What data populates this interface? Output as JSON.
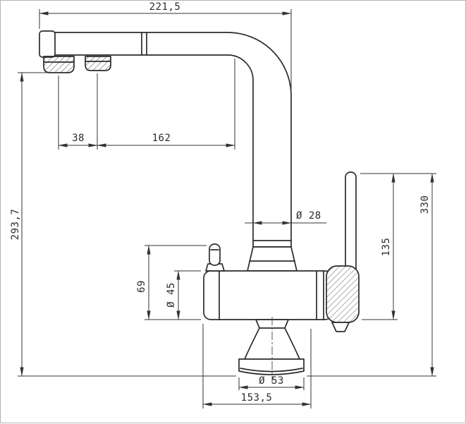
{
  "drawing": {
    "background": "#ffffff",
    "object_line_color": "#2b2b2b",
    "dimension_line_color": "#333333",
    "dimensions": {
      "top_width": "221,5",
      "outlet_spacing": "38",
      "outlet_to_riser": "162",
      "outlet_height": "293,7",
      "riser_diameter": "Ø 28",
      "side_handle_height": "69",
      "body_diameter": "Ø 45",
      "lever_height": "135",
      "overall_height": "330",
      "base_diameter": "Ø 53",
      "base_depth": "153,5"
    }
  }
}
